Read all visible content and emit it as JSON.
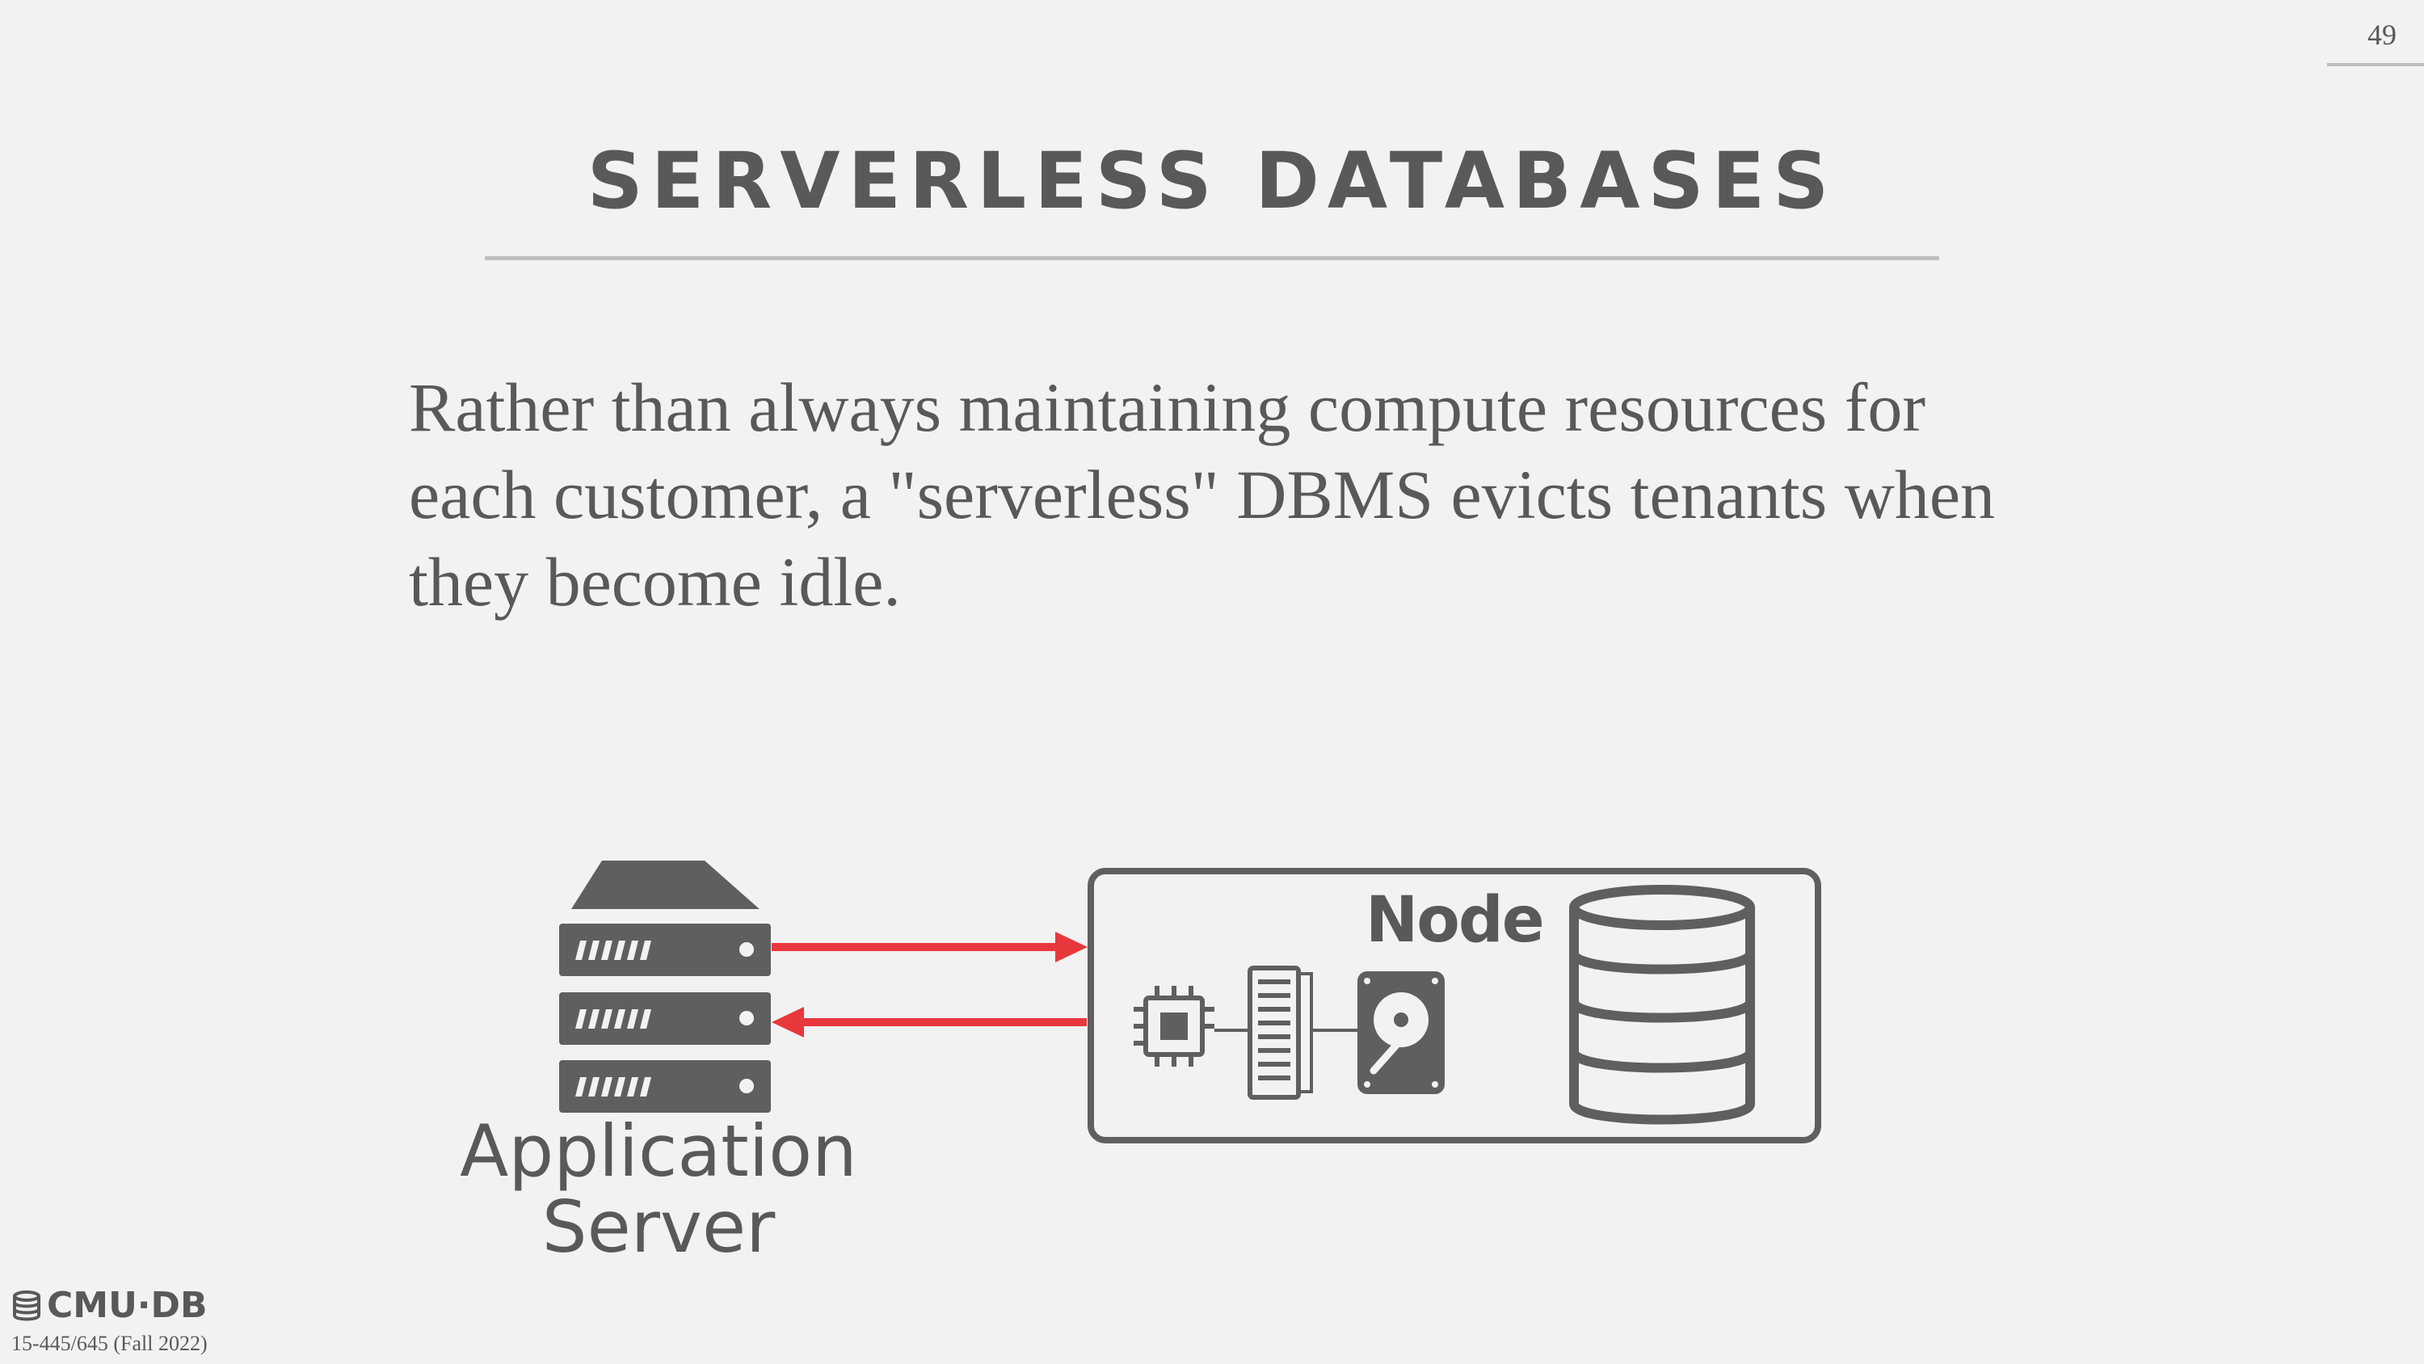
{
  "slide": {
    "number": "49",
    "title": "SERVERLESS DATABASES",
    "body": "Rather than always maintaining compute resources for each customer, a \"serverless\" DBMS evicts tenants when they become idle."
  },
  "diagram": {
    "app_server_label": "Application Server",
    "node_label": "Node",
    "arrow_color": "#e8383d",
    "icon_color": "#5f5f5f",
    "icons": [
      "server-icon",
      "cpu-icon",
      "memory-icon",
      "disk-icon",
      "database-icon"
    ]
  },
  "footer": {
    "logo": "CMU·DB",
    "course": "15-445/645 (Fall 2022)"
  }
}
